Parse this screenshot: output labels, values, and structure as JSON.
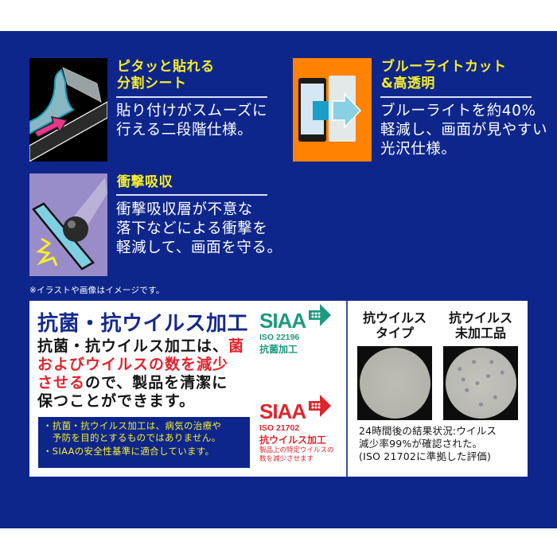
{
  "colors": {
    "panel_blue": "#0e268c",
    "title_yellow": "#f5ee2a",
    "accent_red": "#e1242d",
    "siaa_green": "#1d9a7d",
    "orange_bg": "#ff8200",
    "lavender_bg": "#9a8cc8"
  },
  "features": [
    {
      "title_lines": [
        "ピタッと貼れる",
        "分割シート"
      ],
      "body_lines": [
        "貼り付けがスムーズに",
        "行える二段階仕様。"
      ],
      "icon": "split-sheet-illustration"
    },
    {
      "title_lines": [
        "ブルーライトカット",
        "&高透明"
      ],
      "body_lines": [
        "ブルーライトを約40%",
        "軽減し、画面が見やすい",
        "光沢仕様。"
      ],
      "icon": "blue-light-cut-illustration"
    },
    {
      "title_lines": [
        "衝撃吸収"
      ],
      "body_lines": [
        "衝撃吸収層が不意な",
        "落下などによる衝撃を",
        "軽減して、画面を守る。"
      ],
      "icon": "shock-absorb-illustration"
    }
  ],
  "disclaimer": "※イラストや画像はイメージです。",
  "antibacterial": {
    "heading": "抗菌・抗ウイルス加工",
    "body": {
      "line1_a": "抗菌・抗ウイルス加工は、",
      "line1_b": "菌",
      "line2": "およびウイルスの数を減少",
      "line3_a": "させる",
      "line3_b": "ので、製品を清潔に",
      "line4": "保つことができます。"
    },
    "notes": [
      "・抗菌・抗ウイルス加工は、病気の治療や",
      "　予防を目的とするものではありません。",
      "・SIAAの安全性基準に適合しています。"
    ]
  },
  "siaa_marks": [
    {
      "word": "SIAA",
      "iso": "ISO 22196",
      "label": "抗菌加工",
      "color": "#1d9a7d"
    },
    {
      "word": "SIAA",
      "iso": "ISO 21702",
      "label": "抗ウイルス加工",
      "desc_lines": [
        "製品上の特定ウイルスの",
        "数を減少させます"
      ],
      "color": "#e1242d"
    }
  ],
  "comparison": {
    "treated_label_lines": [
      "抗ウイルス",
      "タイプ"
    ],
    "untreated_label_lines": [
      "抗ウイルス",
      "未加工品"
    ],
    "result_lines": [
      "24時間後の結果状況:ウイルス",
      "減少率99%が確認された。",
      "(ISO 21702に準拠した評価)"
    ]
  }
}
